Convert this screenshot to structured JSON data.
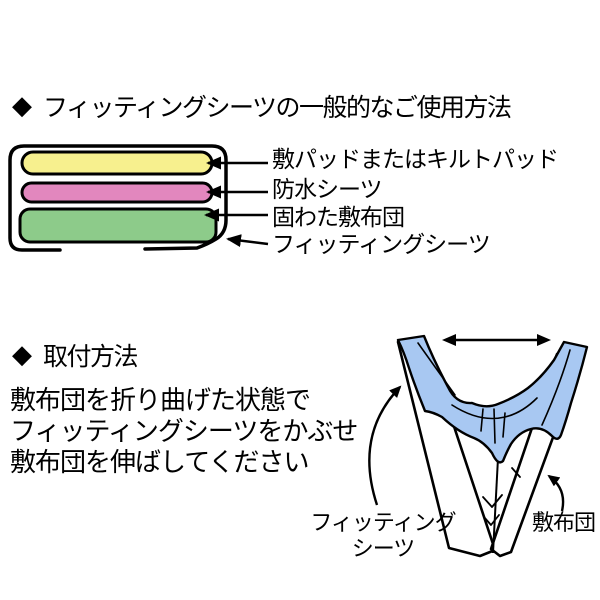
{
  "sections": {
    "usage": {
      "icon": "◆",
      "title": "フィッティングシーツの一般的なご使用方法",
      "layers": [
        {
          "label": "敷パッドまたはキルトパッド",
          "color": "#f7f08e"
        },
        {
          "label": "防水シーツ",
          "color": "#e287be"
        },
        {
          "label": "固わた敷布団",
          "color": "#8dcb8a"
        },
        {
          "label": "フィッティングシーツ",
          "color": "#ffffff"
        }
      ]
    },
    "install": {
      "icon": "◆",
      "title": "取付方法",
      "steps": [
        "敷布団を折り曲げた状態で",
        "フィッティングシーツをかぶせ",
        "敷布団を伸ばしてください"
      ],
      "figure": {
        "sheet_color": "#a8c8f2",
        "sheet_label_line1": "フィッティング",
        "sheet_label_line2": "シーツ",
        "futon_label": "敷布団"
      }
    }
  }
}
